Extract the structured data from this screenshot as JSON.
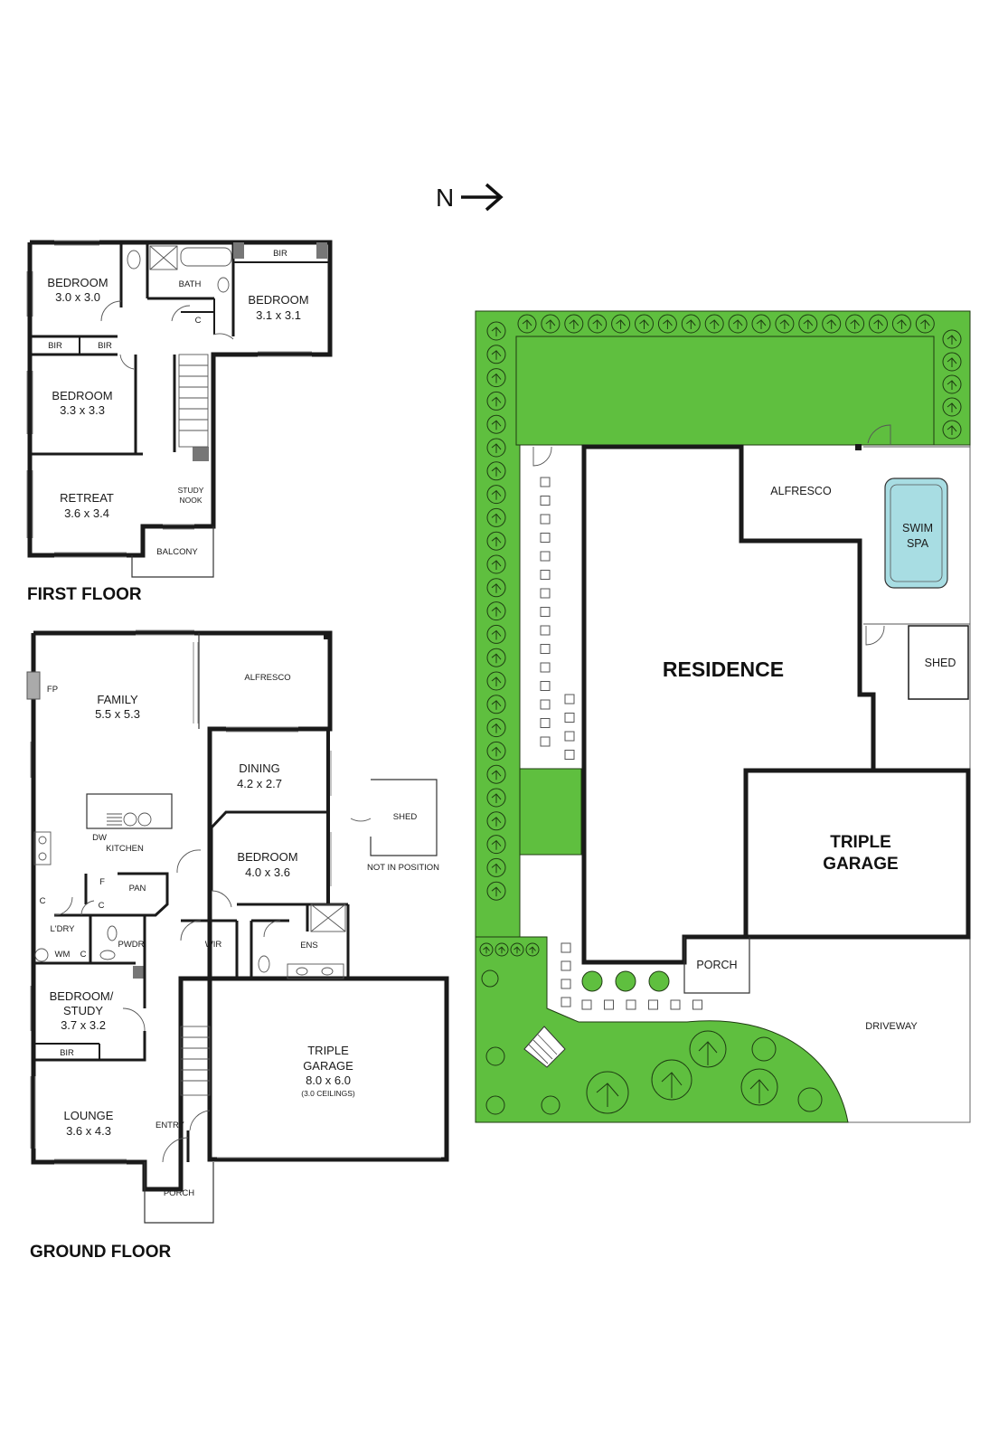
{
  "north": {
    "label": "N",
    "arrow": "arrow-right-icon"
  },
  "first_floor": {
    "title": "FIRST FLOOR",
    "rooms": {
      "bedroom1": {
        "name": "BEDROOM",
        "size": "3.0 x 3.0"
      },
      "bedroom2": {
        "name": "BEDROOM",
        "size": "3.3 x 3.3"
      },
      "bedroom3": {
        "name": "BEDROOM",
        "size": "3.1 x 3.1"
      },
      "retreat": {
        "name": "RETREAT",
        "size": "3.6 x 3.4"
      },
      "bath": "BATH",
      "bir_top": "BIR",
      "bir_left1": "BIR",
      "bir_left2": "BIR",
      "cupboard": "C",
      "study_nook_1": "STUDY",
      "study_nook_2": "NOOK",
      "balcony": "BALCONY"
    }
  },
  "ground_floor": {
    "title": "GROUND FLOOR",
    "rooms": {
      "family": {
        "name": "FAMILY",
        "size": "5.5 x 5.3"
      },
      "dining": {
        "name": "DINING",
        "size": "4.2 x 2.7"
      },
      "bedroom": {
        "name": "BEDROOM",
        "size": "4.0 x 3.6"
      },
      "bedroom_study": {
        "name1": "BEDROOM/",
        "name2": "STUDY",
        "size": "3.7 x 3.2"
      },
      "lounge": {
        "name": "LOUNGE",
        "size": "3.6 x 4.3"
      },
      "garage": {
        "name1": "TRIPLE",
        "name2": "GARAGE",
        "size": "8.0 x 6.0",
        "note": "(3.0 CEILINGS)"
      },
      "alfresco": "ALFRESCO",
      "fp": "FP",
      "dw": "DW",
      "kitchen": "KITCHEN",
      "f": "F",
      "pan": "PAN",
      "c1": "C",
      "c2": "C",
      "c3": "C",
      "ldry": "L'DRY",
      "wm": "WM",
      "pwdr": "PWDR",
      "wir": "WIR",
      "ens": "ENS",
      "bir": "BIR",
      "entry": "ENTRY",
      "porch": "PORCH",
      "shed": "SHED",
      "shed_note": "NOT IN POSITION"
    }
  },
  "site_plan": {
    "residence": "RESIDENCE",
    "alfresco": "ALFRESCO",
    "swim_spa_1": "SWIM",
    "swim_spa_2": "SPA",
    "shed": "SHED",
    "garage_1": "TRIPLE",
    "garage_2": "GARAGE",
    "porch": "PORCH",
    "driveway": "DRIVEWAY"
  },
  "colors": {
    "lawn": "#5fbf3f",
    "lawn_edge": "#1f3b12",
    "spa_water": "#a8dde3",
    "wall": "#1a1a1a"
  }
}
